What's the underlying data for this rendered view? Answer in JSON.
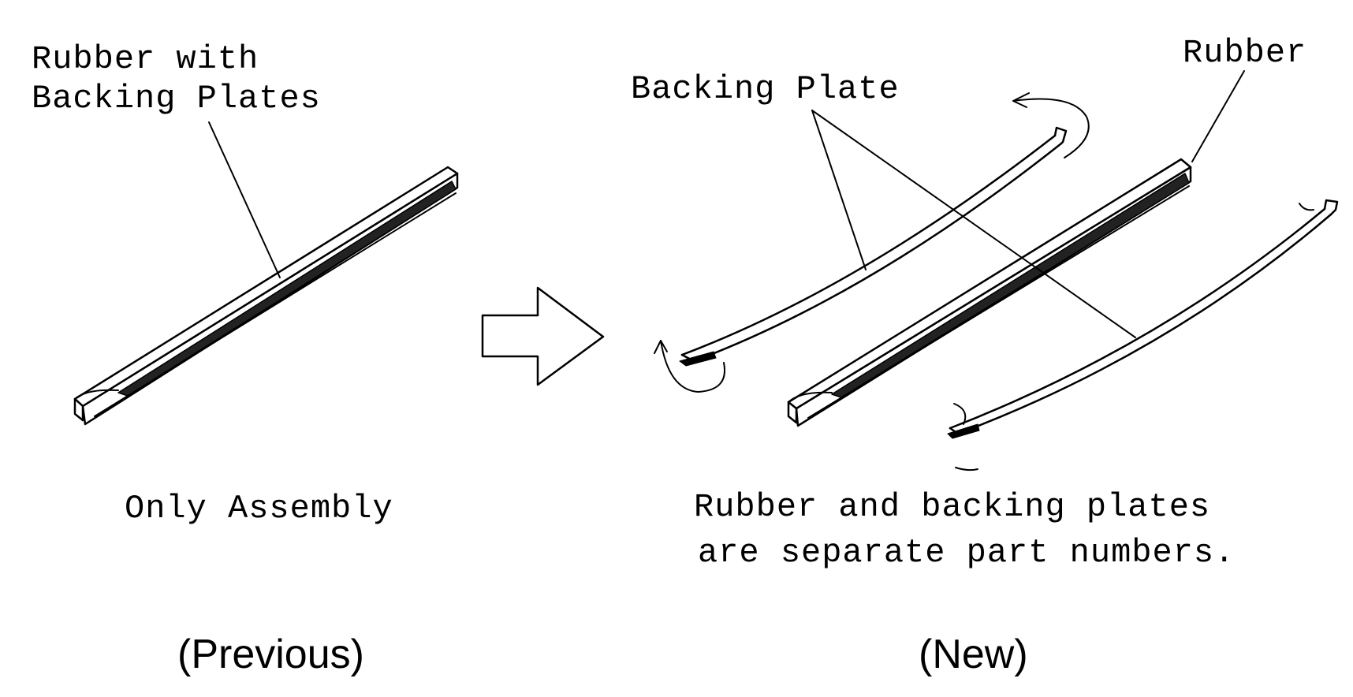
{
  "previous": {
    "label_line1": "Rubber with",
    "label_line2": "Backing Plates",
    "description": "Only Assembly",
    "caption": "(Previous)"
  },
  "new": {
    "label_backing_plate": "Backing Plate",
    "label_rubber": "Rubber",
    "description_line1": "Rubber and backing plates",
    "description_line2": "are separate part numbers.",
    "caption": "(New)"
  }
}
